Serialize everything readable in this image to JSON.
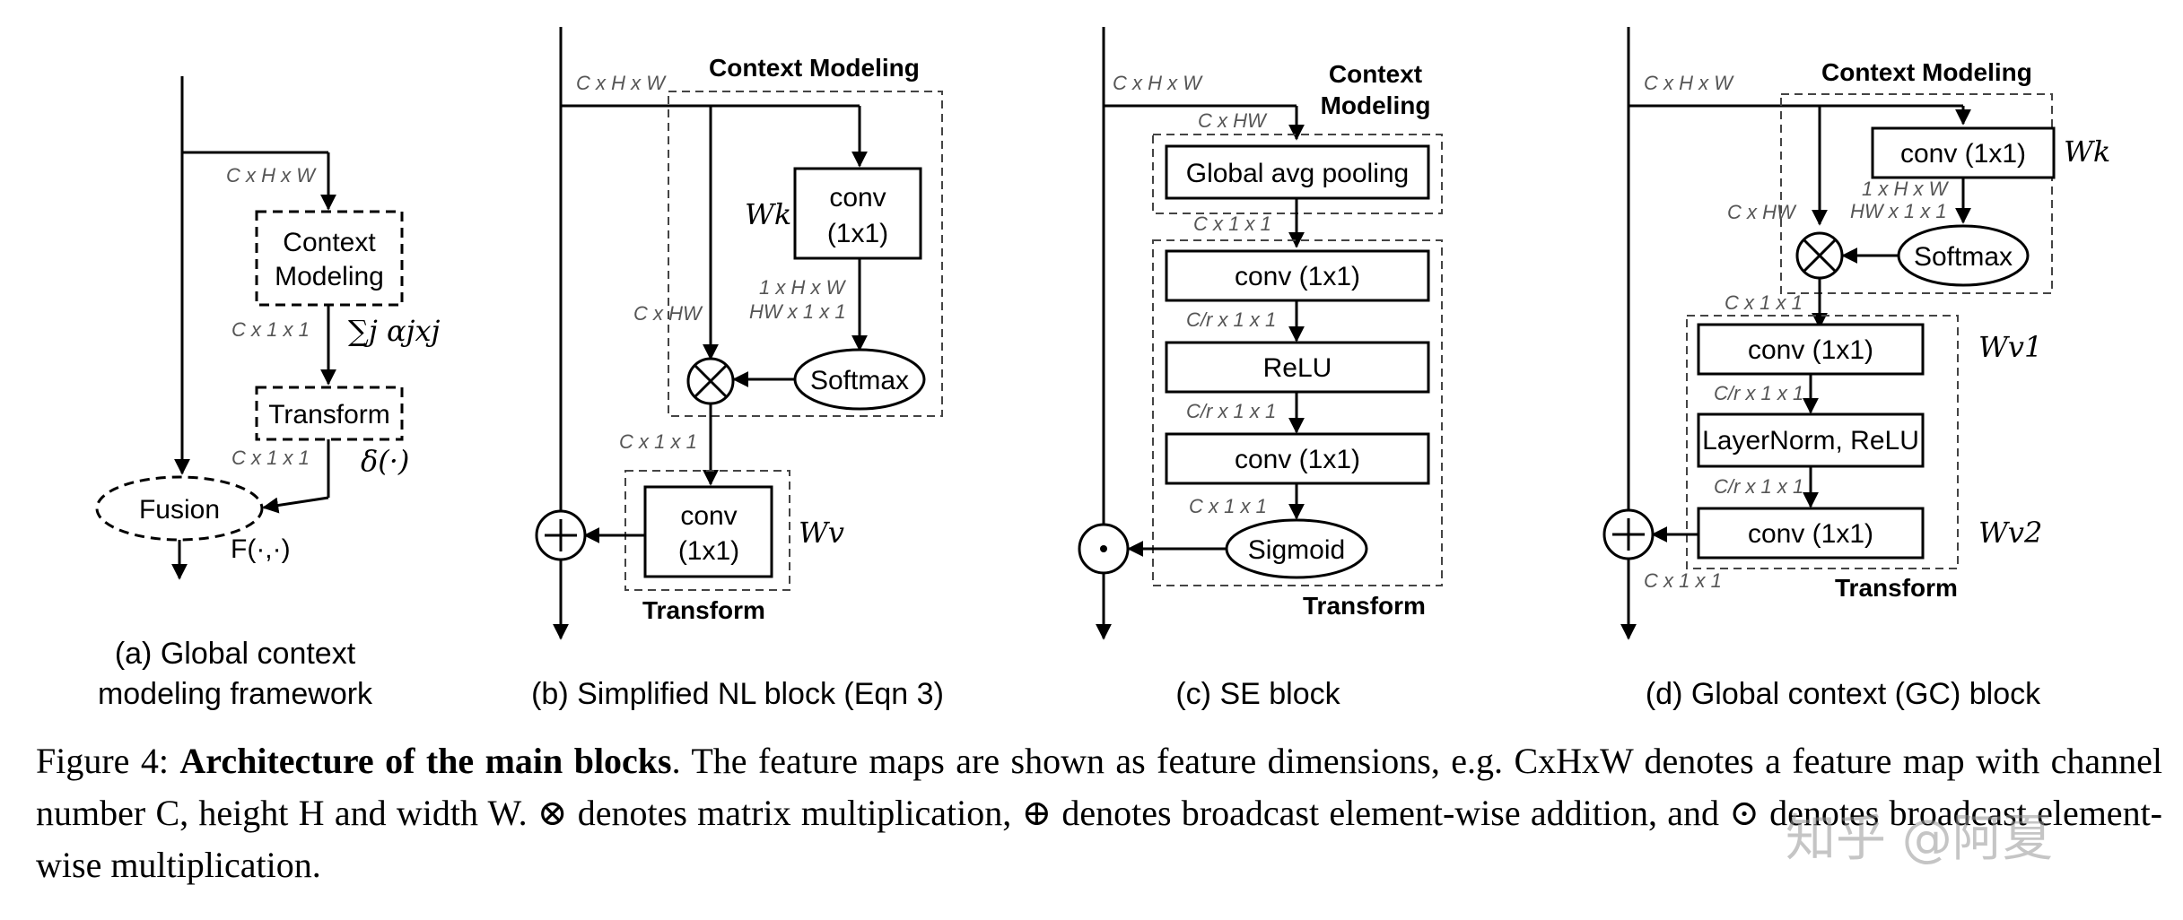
{
  "panel_a": {
    "dim_in": "C x H x W",
    "context_box": [
      "Context",
      "Modeling"
    ],
    "dim_c11": "C x 1 x 1",
    "context_formula": "∑j αjxj",
    "transform_box": "Transform",
    "dim_c11_b": "C x 1 x 1",
    "delta": "δ(·)",
    "fusion": "Fusion",
    "fusion_fn": "F(·,·)",
    "caption": [
      "(a) Global context",
      "modeling framework"
    ]
  },
  "panel_b": {
    "dim_in": "C x H x W",
    "context_label": "Context Modeling",
    "conv": [
      "conv",
      "(1x1)"
    ],
    "wk": "Wk",
    "dim_1hw": "1 x H x W",
    "dim_hw11": "HW x 1 x 1",
    "dim_chw": "C x HW",
    "softmax": "Softmax",
    "dim_c11": "C x 1 x 1",
    "conv2": [
      "conv",
      "(1x1)"
    ],
    "wv": "Wv",
    "transform_label": "Transform",
    "caption": "(b) Simplified NL block (Eqn 3)"
  },
  "panel_c": {
    "dim_in": "C x H x W",
    "context_label": [
      "Context",
      "Modeling"
    ],
    "dim_chw": "C x HW",
    "pool": "Global avg pooling",
    "dim_c11": "C x 1 x 1",
    "conv1": "conv (1x1)",
    "dim_cr1": "C/r x 1 x 1",
    "relu": "ReLU",
    "dim_cr2": "C/r x 1 x 1",
    "conv2": "conv (1x1)",
    "dim_c11_b": "C x 1 x 1",
    "sigmoid": "Sigmoid",
    "transform_label": "Transform",
    "caption": "(c) SE block"
  },
  "panel_d": {
    "dim_in": "C x H x W",
    "context_label": "Context Modeling",
    "conv_k": "conv (1x1)",
    "wk": "Wk",
    "dim_1hw": "1 x H x W",
    "dim_hw11": "HW x 1 x 1",
    "dim_chw": "C x HW",
    "softmax": "Softmax",
    "dim_c11": "C x 1 x 1",
    "conv_v1": "conv (1x1)",
    "wv1": "Wv1",
    "dim_cr1": "C/r x 1 x 1",
    "ln_relu": "LayerNorm, ReLU",
    "dim_cr2": "C/r x 1 x 1",
    "conv_v2": "conv (1x1)",
    "wv2": "Wv2",
    "dim_c11_b": "C x 1 x 1",
    "transform_label": "Transform",
    "caption": "(d) Global context (GC) block"
  },
  "caption": {
    "prefix": "Figure 4: ",
    "bold": "Architecture of the main blocks",
    "text": ". The feature maps are shown as feature dimensions, e.g. CxHxW denotes a feature map with channel number C, height H and width W. ⊗ denotes matrix multiplication, ⊕ denotes broadcast element-wise addition, and ⊙ denotes broadcast element-wise multiplication."
  },
  "watermark": "知乎 @阿夏"
}
